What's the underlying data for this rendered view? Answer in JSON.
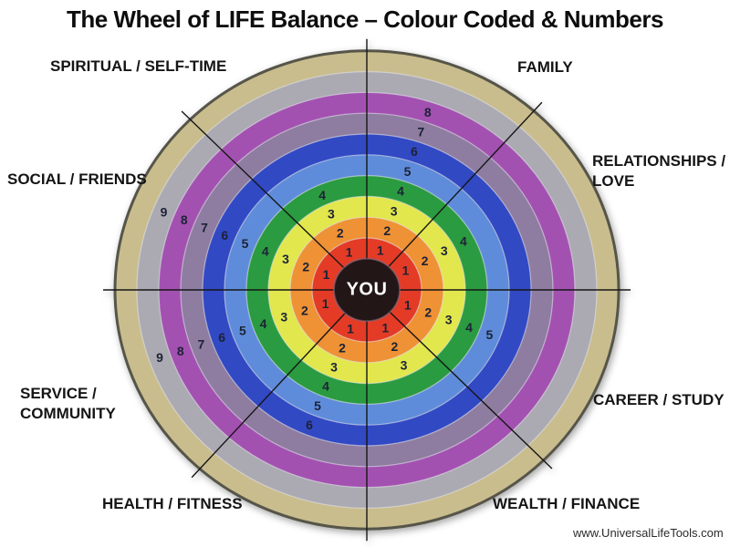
{
  "title": "The Wheel of LIFE Balance – Colour Coded & Numbers",
  "website": "www.UniversalLifeTools.com",
  "wheel": {
    "center": {
      "label": "YOU",
      "fill": "#241512",
      "text_color": "#ffffff"
    },
    "rings": [
      {
        "level": 1,
        "color": "#e43b25"
      },
      {
        "level": 2,
        "color": "#ef9134"
      },
      {
        "level": 3,
        "color": "#e2e74e"
      },
      {
        "level": 4,
        "color": "#2c9b3f"
      },
      {
        "level": 5,
        "color": "#5e8cda"
      },
      {
        "level": 6,
        "color": "#3048c4"
      },
      {
        "level": 7,
        "color": "#8e7da1"
      },
      {
        "level": 8,
        "color": "#a351b1"
      },
      {
        "level": 9,
        "color": "#abaab2"
      },
      {
        "level": 10,
        "color": "#c9bd8e"
      }
    ],
    "sectors": {
      "spiritual": {
        "label": "SPIRITUAL / SELF-TIME",
        "score": 4
      },
      "family": {
        "label": "FAMILY",
        "score": 8
      },
      "relationships": {
        "label": "RELATIONSHIPS /\nLOVE",
        "score": 4
      },
      "career": {
        "label": "CAREER / STUDY",
        "score": 5
      },
      "wealth": {
        "label": "WEALTH / FINANCE",
        "score": 3
      },
      "health": {
        "label": "HEALTH / FITNESS",
        "score": 6
      },
      "service": {
        "label": "SERVICE /\nCOMMUNITY",
        "score": 9
      },
      "social": {
        "label": "SOCIAL / FRIENDS",
        "score": 9
      }
    }
  }
}
